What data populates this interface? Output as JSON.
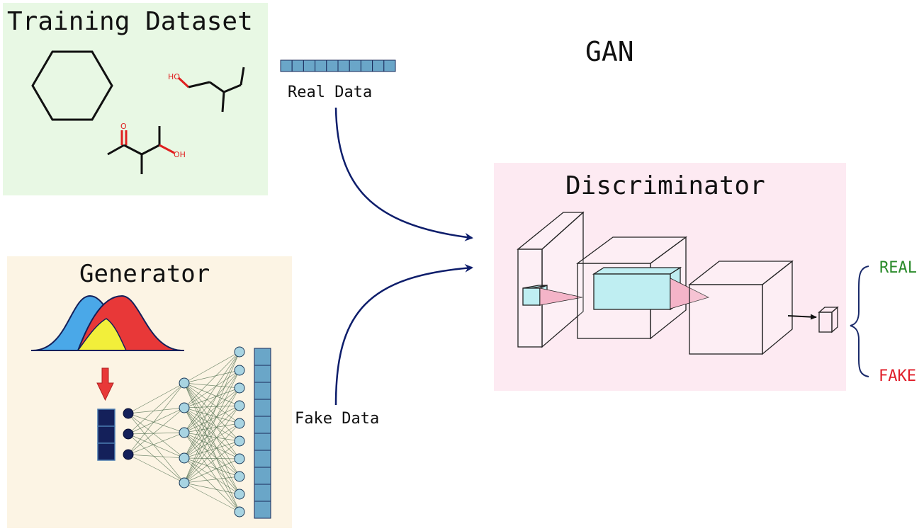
{
  "title": "GAN",
  "training": {
    "title": "Training Dataset",
    "labels": {
      "ho": "HO",
      "oh": "OH",
      "o": "O"
    }
  },
  "real_data": {
    "label": "Real Data"
  },
  "fake_data": {
    "label": "Fake Data"
  },
  "generator": {
    "title": "Generator"
  },
  "discriminator": {
    "title": "Discriminator"
  },
  "outputs": {
    "real": "REAL",
    "fake": "FAKE"
  },
  "colors": {
    "training_bg": "#e8f8e4",
    "generator_bg": "#fcf4e4",
    "discriminator_bg": "#fdeaf2",
    "arrow": "#0d1d6b",
    "vector_cell": "#6aa6c8",
    "node": "#a8d4e2",
    "input_node": "#14205a",
    "real": "#2a8a2a",
    "fake": "#e01e2a",
    "dist_blue": "#4aa8e8",
    "dist_red": "#e83838",
    "dist_yellow": "#f2ef3a",
    "cuboid_fill": "#bfeef2",
    "cone_fill": "#f4b4c8"
  },
  "icons": [
    "hexagon-molecule",
    "pentanol-molecule",
    "hydroxy-ketone-molecule",
    "down-arrow-icon",
    "brace-icon"
  ]
}
